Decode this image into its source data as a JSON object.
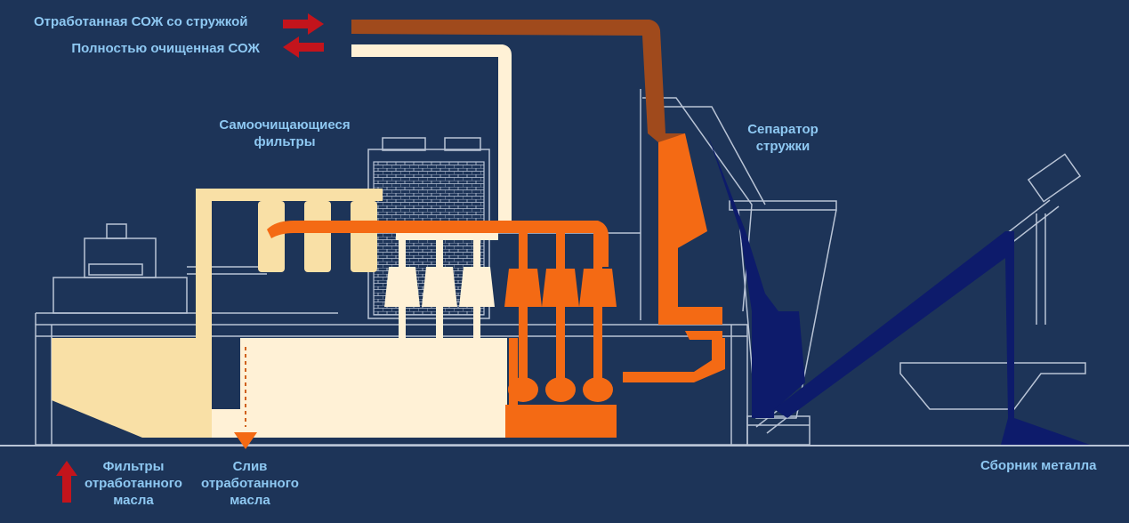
{
  "labels": {
    "used_coolant": "Отработанная СОЖ со стружкой",
    "clean_coolant": "Полностью очищенная СОЖ",
    "self_cleaning_filters": [
      "Самоочищающиеся",
      "фильтры"
    ],
    "chip_separator": [
      "Сепаратор",
      "стружки"
    ],
    "used_oil_filters": [
      "Фильтры",
      "отработанного",
      "масла"
    ],
    "used_oil_drain": [
      "Слив",
      "отработанного",
      "масла"
    ],
    "metal_collector": "Сборник металла"
  },
  "colors": {
    "background": "#1d3458",
    "outline": "#b9c4d6",
    "clean_fluid": "#fff1d6",
    "filter_fluid": "#f9e0a6",
    "hot_fluid": "#f46a14",
    "chip_fluid": "#a04a1c",
    "metal": "#0d1b6b",
    "arrow": "#c3141c",
    "label": "#8ec8f2"
  },
  "icons": [
    "arrow-right-icon",
    "arrow-left-icon",
    "arrow-up-icon"
  ]
}
